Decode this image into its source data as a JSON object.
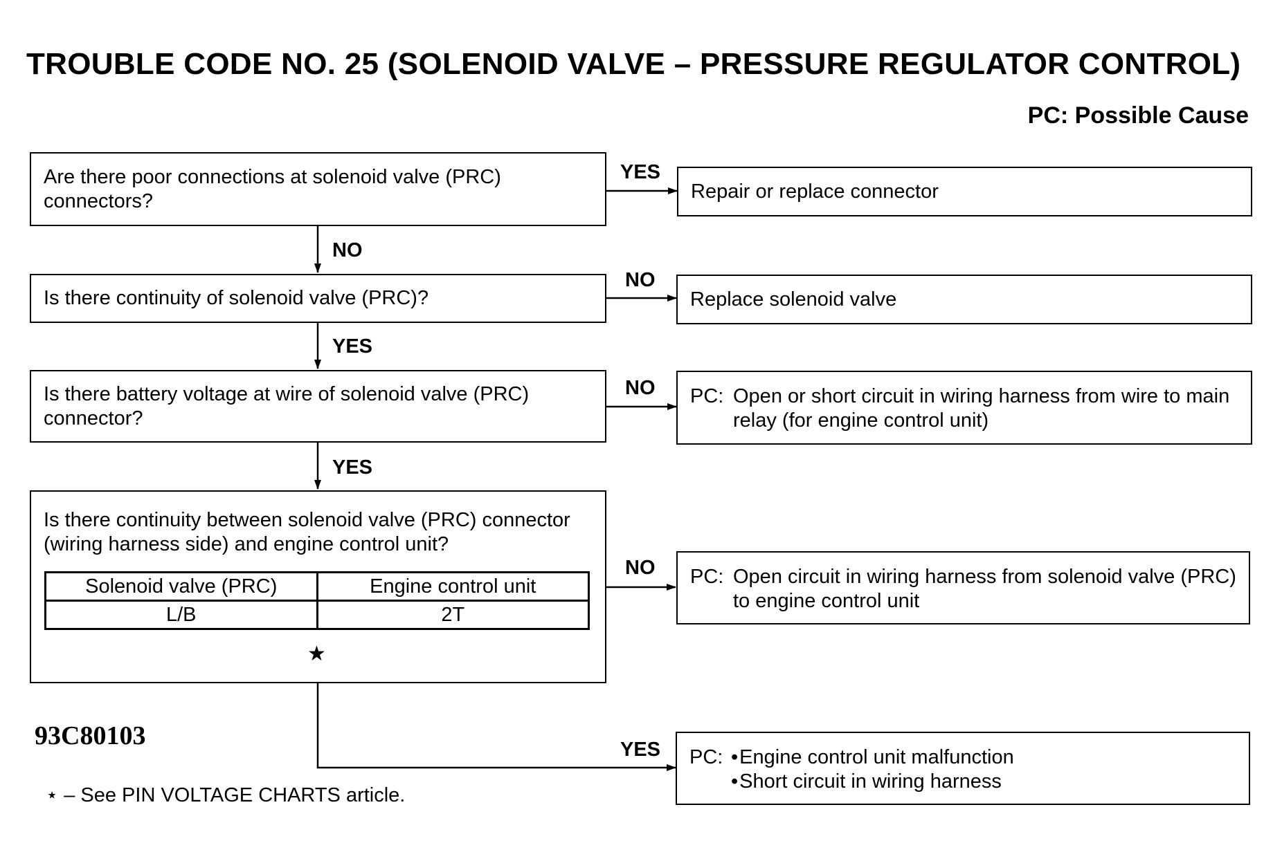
{
  "title": "TROUBLE CODE NO. 25 (SOLENOID VALVE – PRESSURE REGULATOR CONTROL)",
  "legend": "PC: Possible Cause",
  "steps": [
    {
      "question": "Are there poor connections at solenoid valve (PRC) connectors?",
      "side_label": "YES",
      "side_result": "Repair or replace connector",
      "down_label": "NO"
    },
    {
      "question": "Is there continuity of solenoid valve (PRC)?",
      "side_label": "NO",
      "side_result": "Replace solenoid valve",
      "down_label": "YES"
    },
    {
      "question": "Is there battery voltage at wire of solenoid valve (PRC) connector?",
      "side_label": "NO",
      "side_result_prefix": "PC:",
      "side_result": "Open or short circuit in wiring harness from wire to main relay (for engine control unit)",
      "down_label": "YES"
    },
    {
      "question": "Is there continuity between solenoid valve (PRC) connector (wiring harness side) and engine control unit?",
      "side_label": "NO",
      "side_result_prefix": "PC:",
      "side_result": "Open circuit in wiring harness from solenoid valve (PRC) to engine control unit",
      "down_label": "YES"
    }
  ],
  "pin_table": {
    "headers": [
      "Solenoid valve (PRC)",
      "Engine control unit"
    ],
    "row": [
      "L/B",
      "2T"
    ]
  },
  "star_mark": "★",
  "final_result": {
    "prefix": "PC:",
    "items": [
      "Engine control unit malfunction",
      "Short circuit in wiring harness"
    ]
  },
  "figure_id": "93C80103",
  "footnote": "⋆ – See PIN VOLTAGE CHARTS article."
}
